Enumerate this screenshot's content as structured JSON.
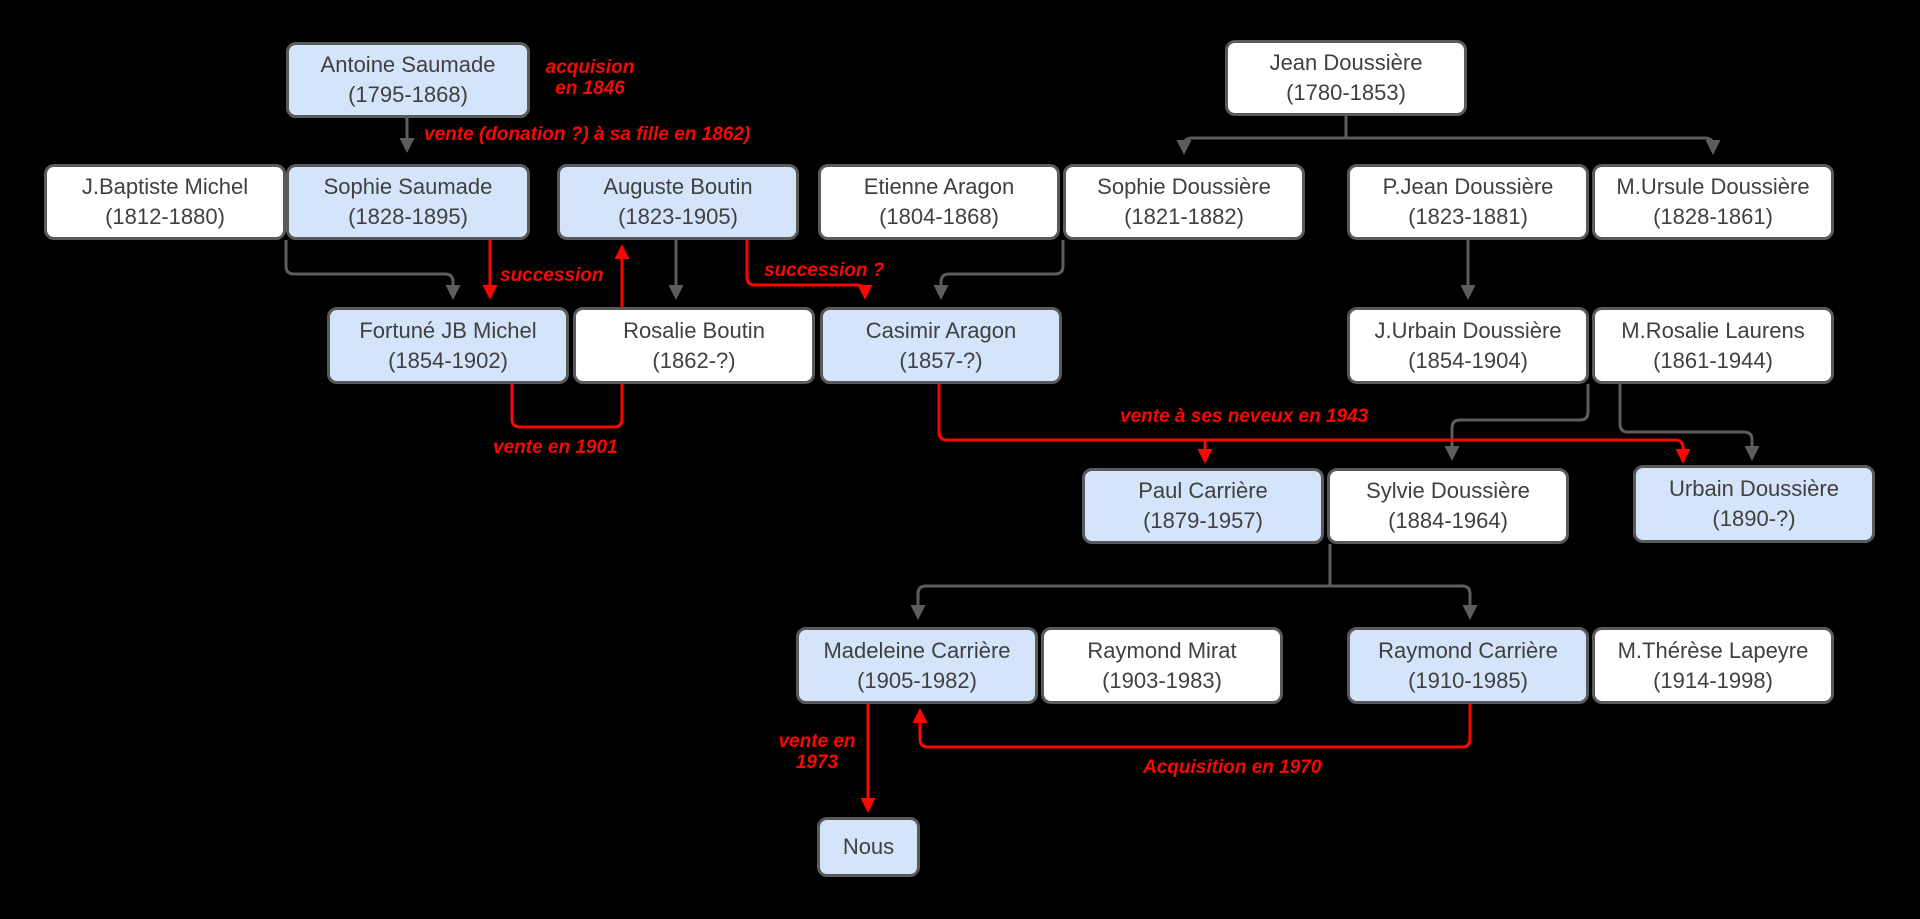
{
  "diagram": {
    "background": "#000000",
    "colors": {
      "node_fill_highlight": "#d4e4fa",
      "node_fill_default": "#ffffff",
      "node_border": "#5a5a5a",
      "node_text": "#404040",
      "edge_gray": "#5d5d5d",
      "edge_red": "#fb0600"
    }
  },
  "nodes": [
    {
      "name": "Antoine Saumade",
      "dates": "(1795-1868)",
      "highlighted": true
    },
    {
      "name": "Jean Doussière",
      "dates": "(1780-1853)",
      "highlighted": false
    },
    {
      "name": "J.Baptiste Michel",
      "dates": "(1812-1880)",
      "highlighted": false
    },
    {
      "name": "Sophie Saumade",
      "dates": "(1828-1895)",
      "highlighted": true
    },
    {
      "name": "Auguste Boutin",
      "dates": "(1823-1905)",
      "highlighted": true
    },
    {
      "name": "Etienne Aragon",
      "dates": "(1804-1868)",
      "highlighted": false
    },
    {
      "name": "Sophie Doussière",
      "dates": "(1821-1882)",
      "highlighted": false
    },
    {
      "name": "P.Jean Doussière",
      "dates": "(1823-1881)",
      "highlighted": false
    },
    {
      "name": "M.Ursule Doussière",
      "dates": "(1828-1861)",
      "highlighted": false
    },
    {
      "name": "Fortuné JB Michel",
      "dates": "(1854-1902)",
      "highlighted": true
    },
    {
      "name": "Rosalie Boutin",
      "dates": "(1862-?)",
      "highlighted": false
    },
    {
      "name": "Casimir Aragon",
      "dates": "(1857-?)",
      "highlighted": true
    },
    {
      "name": "J.Urbain Doussière",
      "dates": "(1854-1904)",
      "highlighted": false
    },
    {
      "name": "M.Rosalie Laurens",
      "dates": "(1861-1944)",
      "highlighted": false
    },
    {
      "name": "Paul Carrière",
      "dates": "(1879-1957)",
      "highlighted": true
    },
    {
      "name": "Sylvie Doussière",
      "dates": "(1884-1964)",
      "highlighted": false
    },
    {
      "name": "Urbain Doussière",
      "dates": "(1890-?)",
      "highlighted": true
    },
    {
      "name": "Madeleine Carrière",
      "dates": "(1905-1982)",
      "highlighted": true
    },
    {
      "name": "Raymond Mirat",
      "dates": "(1903-1983)",
      "highlighted": false
    },
    {
      "name": "Raymond Carrière",
      "dates": "(1910-1985)",
      "highlighted": true
    },
    {
      "name": "M.Thérèse Lapeyre",
      "dates": "(1914-1998)",
      "highlighted": false
    },
    {
      "name": "Nous",
      "dates": "",
      "highlighted": true
    }
  ],
  "annotations": [
    {
      "text": "acquision\nen 1846"
    },
    {
      "text": "vente (donation ?) à sa fille en 1862)"
    },
    {
      "text": "succession"
    },
    {
      "text": "succession ?"
    },
    {
      "text": "vente en 1901"
    },
    {
      "text": "vente à ses neveux en 1943"
    },
    {
      "text": "vente en\n1973"
    },
    {
      "text": "Acquisition en 1970"
    }
  ]
}
